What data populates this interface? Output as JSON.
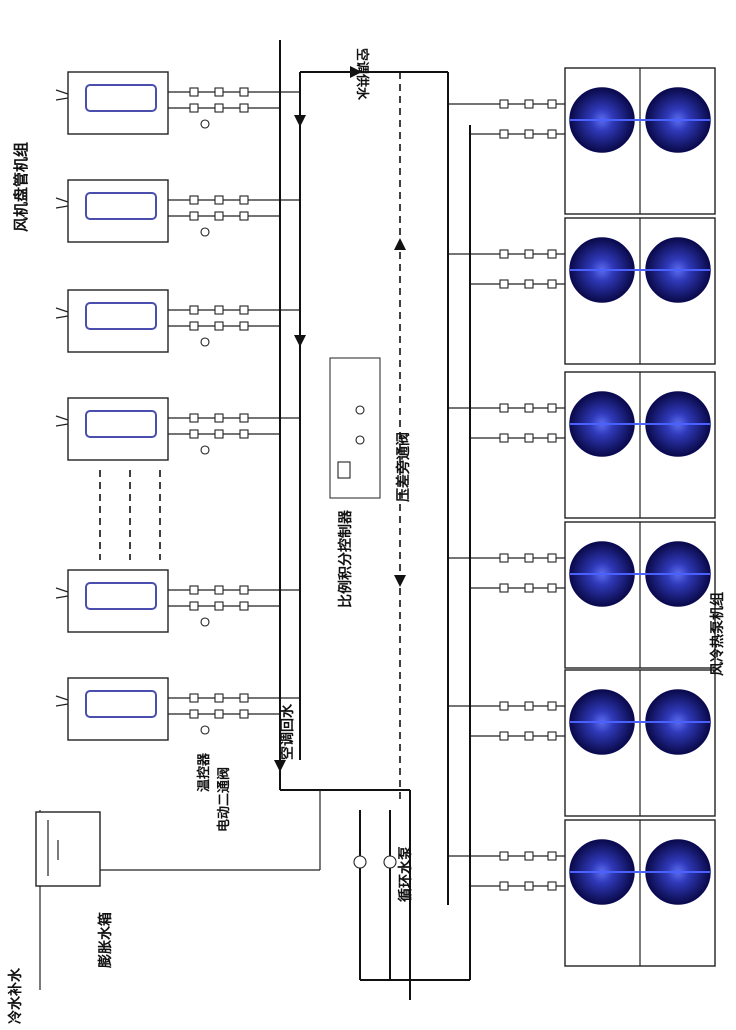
{
  "labels": {
    "fcu_group": "风机盘管机组",
    "temp_controller": "温控器",
    "two_way_valve": "电动二通阀",
    "supply_water": "空调供水",
    "return_water": "空调回水",
    "proportional_controller": "比例积分控制器",
    "bypass_valve": "压差旁通阀",
    "heat_pump_group": "风冷热泵机组",
    "pump": "循环水泵",
    "expansion_tank": "膨胀水箱",
    "makeup_water": "冷水补水"
  },
  "fcu_count": 6,
  "heat_pump_count": 6,
  "colors": {
    "fan_core": "#3a4fd8",
    "fan_edge": "#0a0a4a",
    "coil": "#4a4fae"
  }
}
